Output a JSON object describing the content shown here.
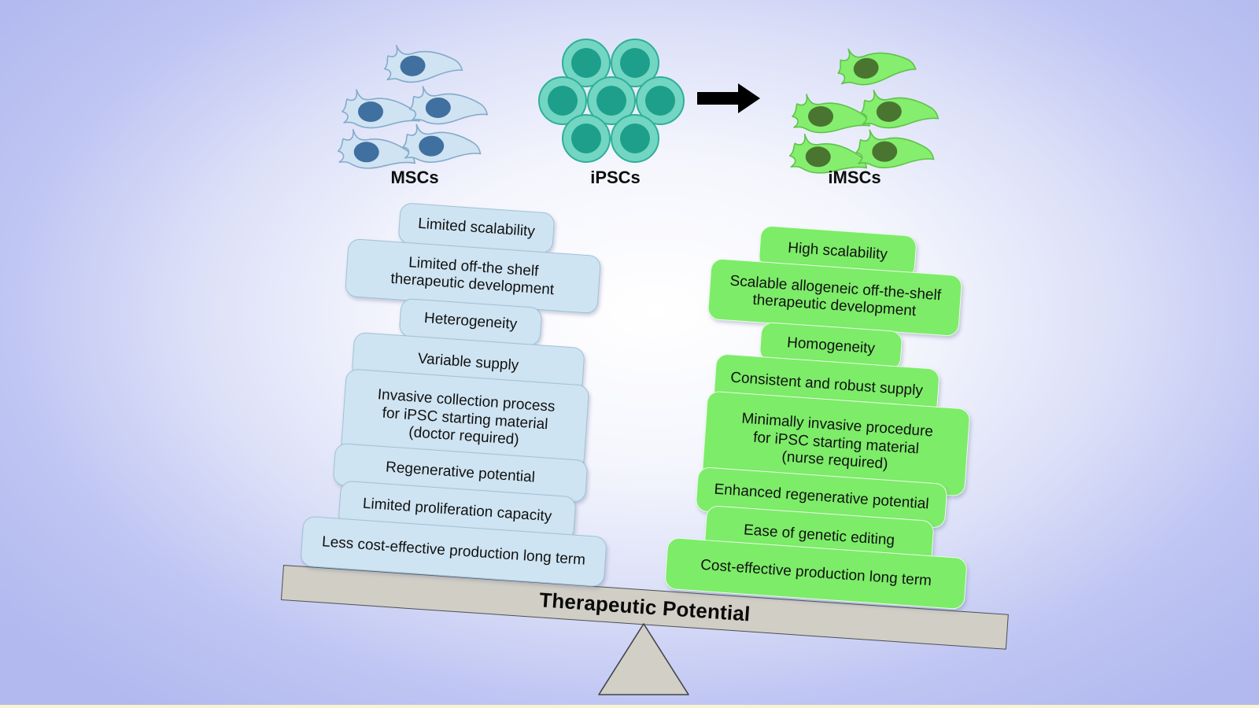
{
  "cells": {
    "msc_label": "MSCs",
    "ipsc_label": "iPSCs",
    "imsc_label": "iMSCs",
    "arrow_icon": "right-arrow"
  },
  "msc_limitations": [
    "Limited scalability",
    "Limited off-the shelf\ntherapeutic development",
    "Heterogeneity",
    "Variable supply",
    "Invasive collection process\nfor iPSC starting material\n(doctor required)",
    "Regenerative potential",
    "Limited proliferation capacity",
    "Less cost-effective production long term"
  ],
  "imsc_advantages": [
    "High scalability",
    "Scalable allogeneic off-the-shelf\ntherapeutic development",
    "Homogeneity",
    "Consistent and robust supply",
    "Minimally invasive procedure\nfor iPSC starting material\n(nurse required)",
    "Enhanced regenerative potential",
    "Ease of genetic editing",
    "Cost-effective production long term"
  ],
  "seesaw": {
    "beam_label": "Therapeutic Potential"
  },
  "colors": {
    "background_edge": "#b1b9ef",
    "background_center": "#ffffff",
    "msc_box_fill": "#cfe4f2",
    "msc_box_border": "#9fc2d8",
    "imsc_box_fill": "#7dec69",
    "beam_fill": "#d1cec5",
    "beam_border": "#4a5056",
    "msc_cell_fill": "#cfe3f2",
    "msc_cell_stroke": "#85aacb",
    "msc_cell_nucleus": "#40709f",
    "ipsc_cell_outer": "#72d6c2",
    "ipsc_cell_stroke": "#2fae99",
    "ipsc_cell_inner": "#1d9f8c",
    "imsc_cell_fill": "#85ee6e",
    "imsc_cell_stroke": "#5fc24a",
    "imsc_cell_nucleus": "#4a7530",
    "arrow": "#000000",
    "bottom_strip": "#f8f4d2"
  }
}
